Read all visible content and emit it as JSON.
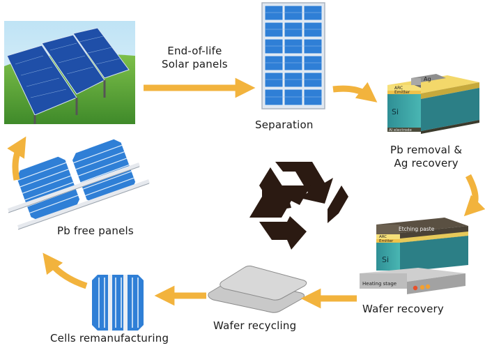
{
  "labels": {
    "end_of_life": "End-of-life\nSolar panels",
    "separation": "Separation",
    "pb_removal": "Pb removal &\nAg recovery",
    "wafer_recovery": "Wafer recovery",
    "wafer_recycling": "Wafer recycling",
    "cells_remanufacturing": "Cells remanufacturing",
    "pb_free_panels": "Pb free panels"
  },
  "cell_layers": {
    "ag": "Ag",
    "arc": "ARC",
    "emitter": "Emitter",
    "si": "Si",
    "al_electrode": "Al electrode"
  },
  "wafer_layers": {
    "etching_paste": "Etching paste",
    "arc": "ARC",
    "emitter": "Emitter",
    "si": "Si",
    "heating_stage": "Heating stage"
  },
  "colors": {
    "arrow": "#f2b33d",
    "panel_blue": "#2f7fd6",
    "cell_teal": "#3aa6a8",
    "recycle": "#2b1a12"
  },
  "icons": [
    "recycle-icon"
  ]
}
